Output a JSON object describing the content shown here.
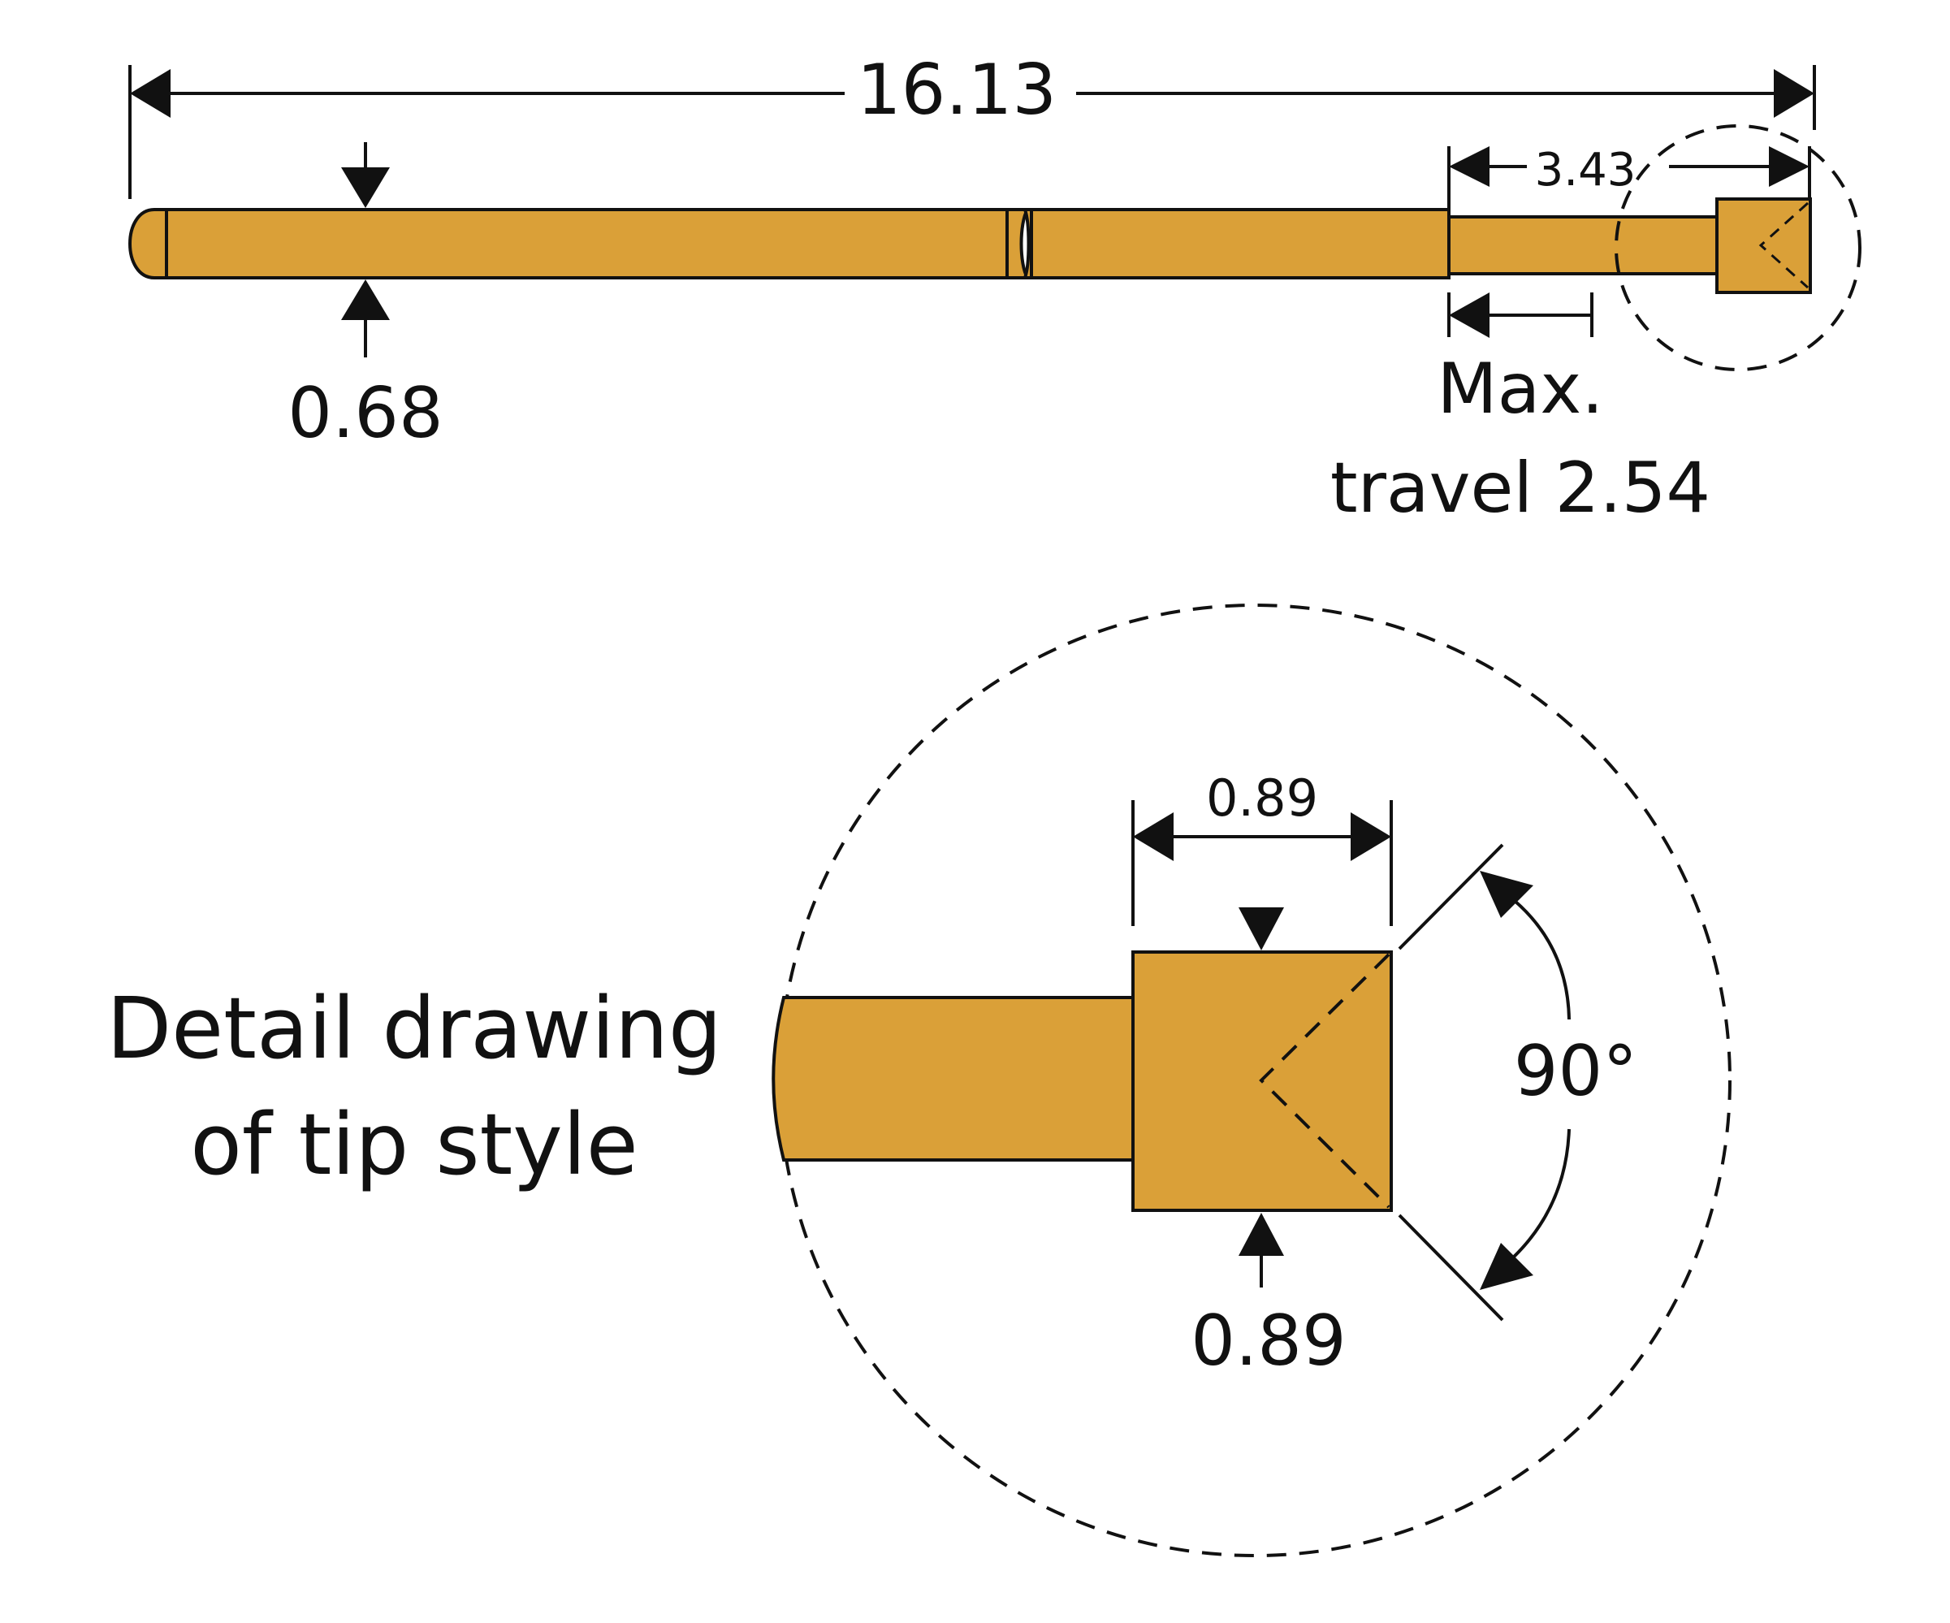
{
  "colors": {
    "pin_fill": "#DAA038",
    "line": "#111111",
    "background": "#FFFFFF"
  },
  "dimensions": {
    "overall_length": "16.13",
    "plunger_length": "3.43",
    "barrel_diameter": "0.68",
    "max_travel_line1": "Max.",
    "max_travel_line2": "travel 2.54",
    "tip_width": "0.89",
    "tip_height": "0.89",
    "tip_angle": "90°"
  },
  "caption": {
    "line1": "Detail drawing",
    "line2": "of tip style"
  }
}
